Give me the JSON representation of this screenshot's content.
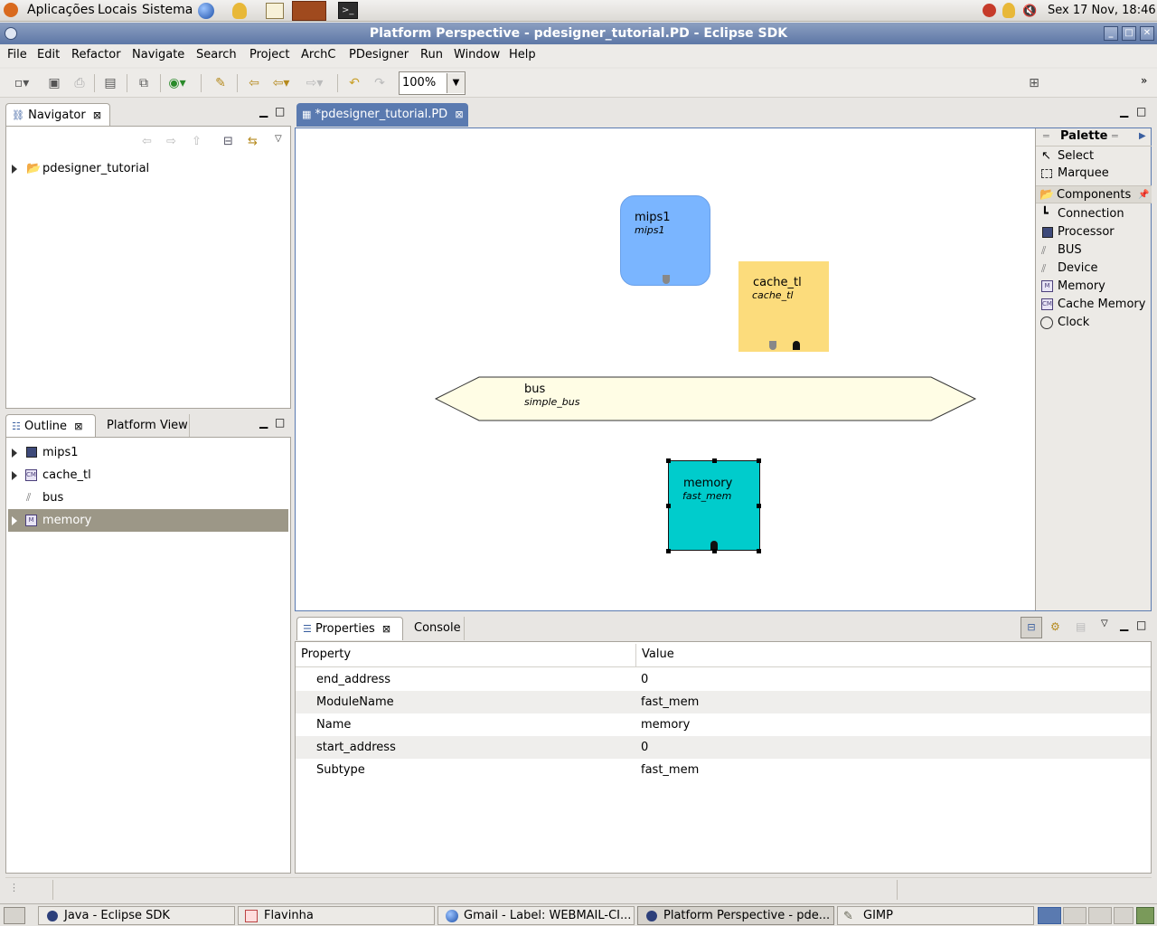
{
  "top_panel": {
    "menus": [
      "Aplicações",
      "Locais",
      "Sistema"
    ],
    "clock": "Sex 17 Nov, 18:46"
  },
  "window": {
    "title": "Platform Perspective - pdesigner_tutorial.PD - Eclipse SDK"
  },
  "menubar": [
    "File",
    "Edit",
    "Refactor",
    "Navigate",
    "Search",
    "Project",
    "ArchC",
    "PDesigner",
    "Run",
    "Window",
    "Help"
  ],
  "toolbar": {
    "zoom": "100%"
  },
  "navigator": {
    "tab": "Navigator",
    "items": [
      {
        "label": "pdesigner_tutorial"
      }
    ]
  },
  "outline": {
    "tabs": [
      "Outline",
      "Platform View"
    ],
    "items": [
      {
        "label": "mips1",
        "icon": "processor-icon",
        "expandable": true
      },
      {
        "label": "cache_tl",
        "icon": "CM",
        "expandable": true
      },
      {
        "label": "bus",
        "icon": "bus-icon",
        "expandable": false
      },
      {
        "label": "memory",
        "icon": "M",
        "expandable": true,
        "selected": true
      }
    ]
  },
  "editor": {
    "tab": "*pdesigner_tutorial.PD",
    "shapes": {
      "mips1": {
        "name": "mips1",
        "type": "mips1",
        "color": "#7ab5ff"
      },
      "cache": {
        "name": "cache_tl",
        "type": "cache_tl",
        "color": "#fcdc7c"
      },
      "bus": {
        "name": "bus",
        "type": "simple_bus",
        "color": "#fffde5"
      },
      "memory": {
        "name": "memory",
        "type": "fast_mem",
        "color": "#00cccc"
      }
    }
  },
  "palette": {
    "title": "Palette",
    "tools": [
      "Select",
      "Marquee"
    ],
    "drawer": "Components",
    "components": [
      {
        "label": "Connection",
        "icon": "connection-icon"
      },
      {
        "label": "Processor",
        "icon": "processor-icon"
      },
      {
        "label": "BUS",
        "icon": "bus-icon"
      },
      {
        "label": "Device",
        "icon": "device-icon"
      },
      {
        "label": "Memory",
        "icon": "M"
      },
      {
        "label": "Cache Memory",
        "icon": "CM"
      },
      {
        "label": "Clock",
        "icon": "clock-icon"
      }
    ]
  },
  "properties": {
    "tabs": [
      "Properties",
      "Console"
    ],
    "headers": [
      "Property",
      "Value"
    ],
    "rows": [
      {
        "property": "end_address",
        "value": "0"
      },
      {
        "property": "ModuleName",
        "value": "fast_mem"
      },
      {
        "property": "Name",
        "value": "memory"
      },
      {
        "property": "start_address",
        "value": "0"
      },
      {
        "property": "Subtype",
        "value": "fast_mem"
      }
    ]
  },
  "taskbar": {
    "tasks": [
      {
        "label": "Java - Eclipse SDK"
      },
      {
        "label": "Flavinha"
      },
      {
        "label": "Gmail - Label: WEBMAIL-CI..."
      },
      {
        "label": "Platform Perspective - pde..."
      },
      {
        "label": "GIMP"
      }
    ]
  }
}
